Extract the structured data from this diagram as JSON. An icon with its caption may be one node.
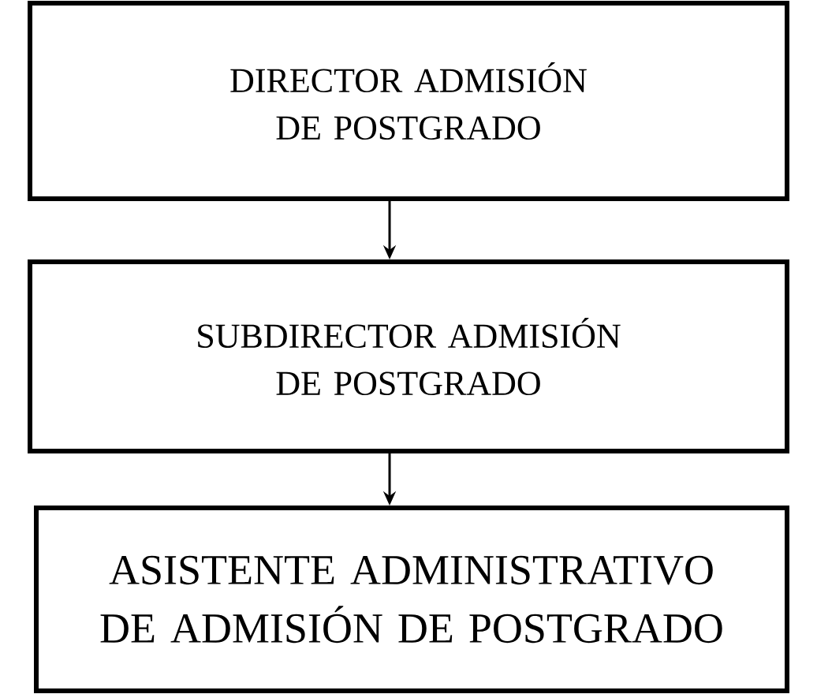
{
  "diagram": {
    "nodes": [
      {
        "text": [
          "DIRECTOR ADMISIÓN DE POSTGRADO"
        ]
      },
      {
        "text": [
          "SUBDIRECTOR ADMISIÓN DE POSTGRADO"
        ]
      },
      {
        "text": [
          "ASISTENTE ADMINISTRATIVO DE ADMISIÓN DE POSTGRADO"
        ]
      }
    ],
    "edges": [
      {
        "from": 0,
        "to": 1,
        "arrow": "to"
      },
      {
        "from": 1,
        "to": 2,
        "arrow": "to"
      }
    ]
  }
}
